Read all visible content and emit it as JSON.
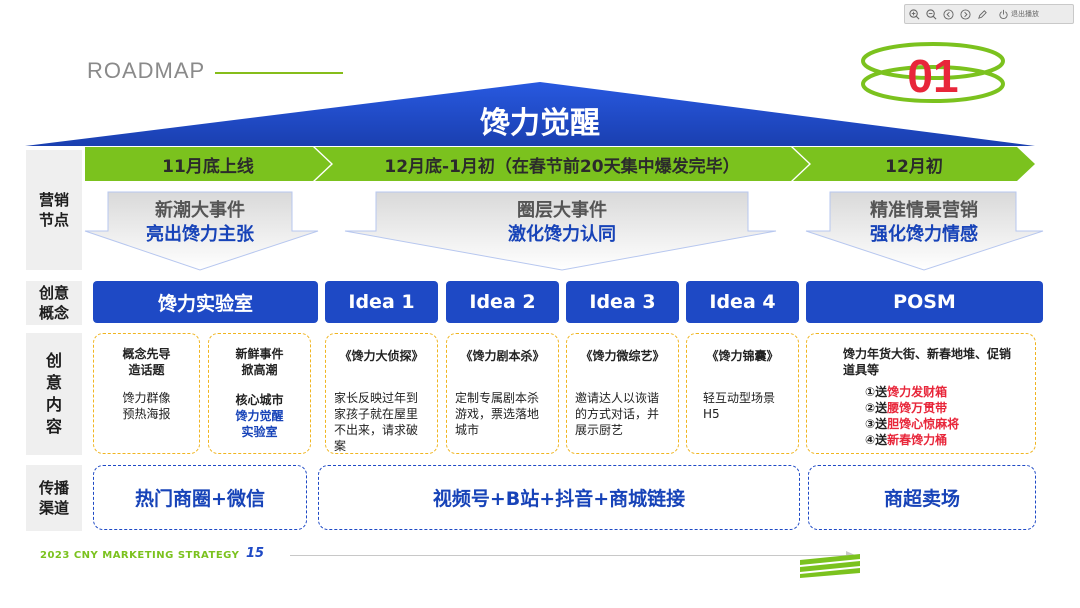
{
  "toolbar": {
    "exit_label": "退出播放"
  },
  "header": {
    "label": "ROADMAP",
    "logo_text": "01"
  },
  "roof": {
    "title": "馋力觉醒"
  },
  "timeline": [
    "11月底上线",
    "12月底-1月初（在春节前20天集中爆发完毕）",
    "12月初"
  ],
  "row_labels": {
    "nodes": [
      "营销",
      "节点"
    ],
    "concept": [
      "创意",
      "概念"
    ],
    "content": [
      "创",
      "意",
      "内",
      "容"
    ],
    "channel": [
      "传播",
      "渠道"
    ]
  },
  "events": [
    {
      "line1": "新潮大事件",
      "line2": "亮出馋力主张"
    },
    {
      "line1": "圈层大事件",
      "line2": "激化馋力认同"
    },
    {
      "line1": "精准情景营销",
      "line2": "强化馋力情感"
    }
  ],
  "concepts": [
    "馋力实验室",
    "Idea 1",
    "Idea 2",
    "Idea 3",
    "Idea 4",
    "POSM"
  ],
  "content": {
    "lab_a": {
      "title": [
        "概念先导",
        "造话题"
      ],
      "body": [
        "馋力群像",
        "预热海报"
      ]
    },
    "lab_b": {
      "title": [
        "新鲜事件",
        "掀高潮"
      ],
      "subtitle": "核心城市",
      "highlight": [
        "馋力觉醒",
        "实验室"
      ]
    },
    "idea1": {
      "title": "《馋力大侦探》",
      "body": "家长反映过年到家孩子就在屋里不出来，请求破案"
    },
    "idea2": {
      "title": "《馋力剧本杀》",
      "body": "定制专属剧本杀游戏，票选落地城市"
    },
    "idea3": {
      "title": "《馋力微综艺》",
      "body": "邀请达人以诙谐的方式对话，并展示厨艺"
    },
    "idea4": {
      "title": "《馋力锦囊》",
      "body": "轻互动型场景H5"
    },
    "posm": {
      "title": "馋力年货大街、新春地堆、促销道具等",
      "items": [
        {
          "prefix": "①送",
          "name": "馋力发财箱"
        },
        {
          "prefix": "②送",
          "name": "腰馋万贯带"
        },
        {
          "prefix": "③送",
          "name": "胆馋心惊麻将"
        },
        {
          "prefix": "④送",
          "name": "新春馋力桶"
        }
      ]
    }
  },
  "channels": [
    "热门商圈+微信",
    "视频号+B站+抖音+商城链接",
    "商超卖场"
  ],
  "footer": {
    "text": "2023 CNY MARKETING STRATEGY",
    "page": "15"
  },
  "colors": {
    "blue": "#1e49c5",
    "green": "#7bc21e",
    "red": "#e8263a",
    "gold": "#f0b520"
  }
}
